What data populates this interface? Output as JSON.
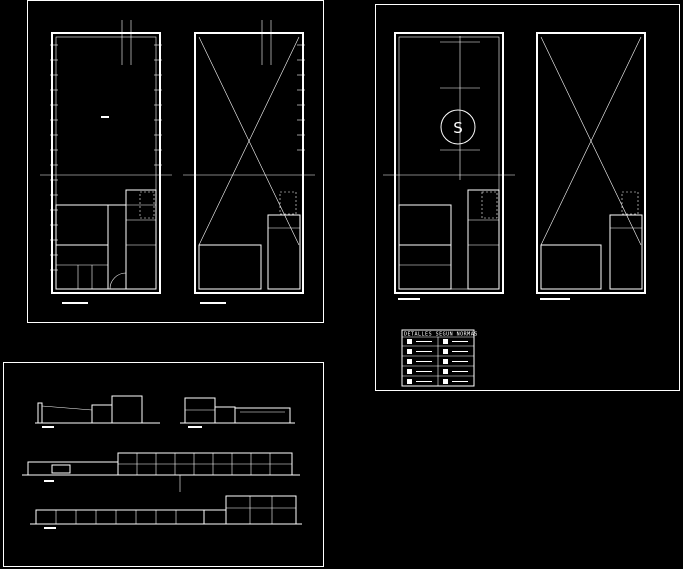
{
  "canvas": {
    "background": "#000000",
    "line_color": "#ffffff"
  },
  "sheets": {
    "top_left": {
      "label": "sheet-floor-plans-a"
    },
    "top_right": {
      "label": "sheet-floor-plans-b"
    },
    "bottom_left": {
      "label": "sheet-elevations"
    }
  },
  "legend": {
    "title": "DETALLES  SEGUN  NORMAS",
    "rows": 5
  },
  "security_symbol": {
    "letter": "S"
  }
}
